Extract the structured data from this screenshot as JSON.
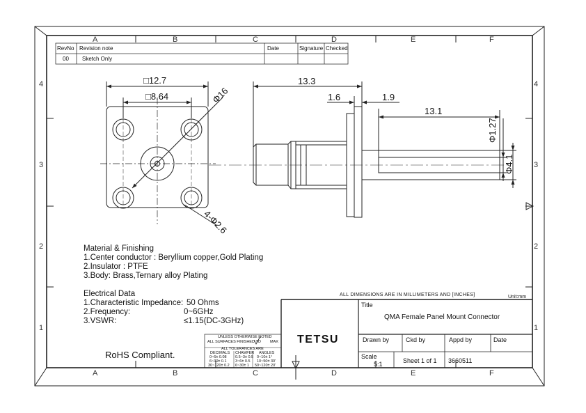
{
  "sheet": {
    "zones_top": [
      "A",
      "B",
      "C",
      "D",
      "E",
      "F"
    ],
    "zones_bottom": [
      "A",
      "B",
      "C",
      "D",
      "E",
      "F"
    ],
    "rows_left": [
      "4",
      "3",
      "2",
      "1"
    ],
    "rows_right": [
      "4",
      "3",
      "2",
      "1"
    ]
  },
  "revision": {
    "headers": [
      "RevNo",
      "Revision note",
      "Date",
      "Signature",
      "Checked"
    ],
    "row": [
      "00",
      "Sketch Only",
      "",
      "",
      ""
    ]
  },
  "dims": {
    "outer_square": "□12.7",
    "inner_square": "□8.64",
    "flange_circle": "Φ16",
    "holes": "4-Φ2.6",
    "overall_length": "13.3",
    "flange_thk": "1.6",
    "offset": "1.9",
    "pin_length": "13.1",
    "pin_dia": "Φ1.27",
    "insulator_dia": "Φ4.1"
  },
  "notes": {
    "material_title": "Material & Finishing",
    "material_lines": [
      "1.Center conductor : Beryllium copper,Gold Plating",
      "2.Insulator  :  PTFE",
      "3.Body: Brass,Ternary alloy Plating"
    ],
    "electrical_title": "Electrical Data",
    "electrical_rows": [
      {
        "label": "1.Characteristic Impedance:",
        "value": "50 Ohms"
      },
      {
        "label": "2.Frequency:",
        "value": "0~6GHz"
      },
      {
        "label": "3.VSWR:",
        "value": "≤1.15(DC-3GHz)"
      }
    ],
    "rohs": "RoHS Compliant."
  },
  "titleblock": {
    "dims_note": "ALL DIMENSIONS ARE IN MILLIMETERS AND [INCHES]",
    "unit": "Unit:mm",
    "title_label": "Title",
    "title": "QMA  Female  Panel Mount Connector",
    "company": "TETSU",
    "drawn_by": "Drawn by",
    "ckd_by": "Ckd by",
    "appd_by": "Appd by",
    "date": "Date",
    "scale_label": "Scale",
    "scale_value": "5:1",
    "sheet": "Sheet 1 of 1",
    "part_no": "3660511"
  },
  "tolerance": {
    "line1": "UNLESS OTHERWISE NOTED",
    "line2": "ALL SURFACES FINISHED TO",
    "line2b": "MAX",
    "line3": "ALL TOLERANCES ARE",
    "headers": [
      "DECIMALS",
      "CHAMFER",
      "ANGLES"
    ],
    "rows": [
      [
        "0~6± 0.08",
        "0.5~3± 0.5",
        "0~10± 1°"
      ],
      [
        "6~30± 0.1",
        "3~6± 0.5",
        "10~50± 30'"
      ],
      [
        "30~120± 0.2",
        "6~30± 1",
        "50~120± 20'"
      ]
    ]
  }
}
